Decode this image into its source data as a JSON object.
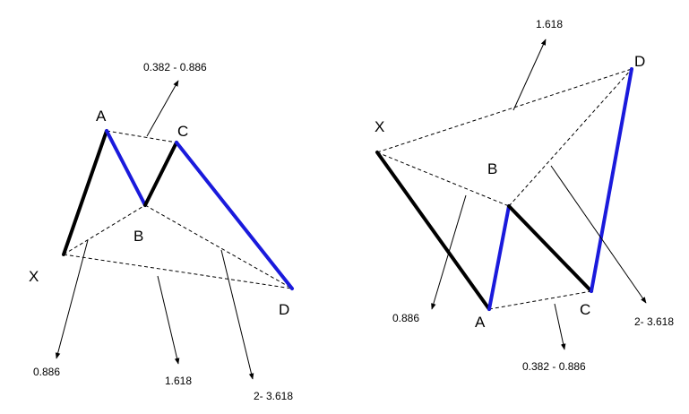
{
  "colors": {
    "black_leg": "#000000",
    "blue_leg": "#1a1adc",
    "guide": "#000000"
  },
  "left_pattern": {
    "points": {
      "x": "X",
      "a": "A",
      "b": "B",
      "c": "C",
      "d": "D"
    },
    "ratios": {
      "ac": "0.382 - 0.886",
      "xb": "0.886",
      "xd": "1.618",
      "bd": "2- 3.618"
    }
  },
  "right_pattern": {
    "points": {
      "x": "X",
      "a": "A",
      "b": "B",
      "c": "C",
      "d": "D"
    },
    "ratios": {
      "xd": "1.618",
      "xb": "0.886",
      "ac": "0.382 - 0.886",
      "bd": "2- 3.618"
    }
  }
}
